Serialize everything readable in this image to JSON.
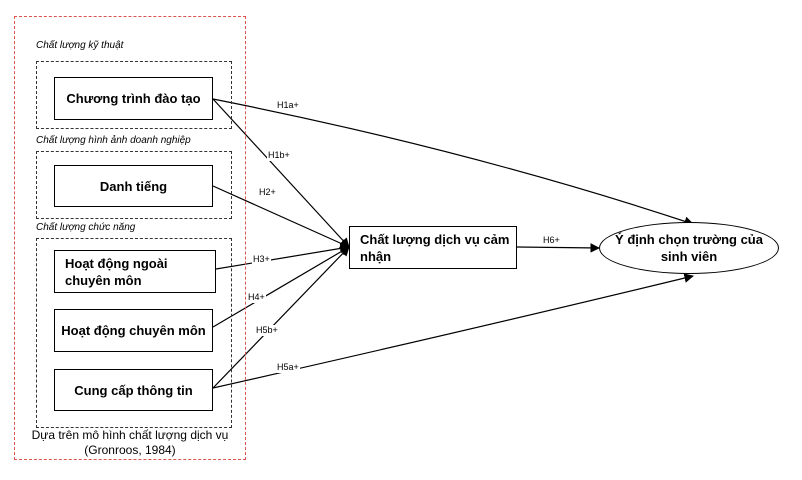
{
  "groups": {
    "technical": "Chất lượng kỹ thuật",
    "image": "Chất lượng hình ảnh doanh nghiệp",
    "functional": "Chất lượng chức năng"
  },
  "nodes": {
    "training": "Chương trình đào tạo",
    "reputation": "Danh tiếng",
    "extracurricular": "Hoạt động ngoài chuyên môn",
    "professional": "Hoạt động chuyên môn",
    "information": "Cung cấp thông tin",
    "perceived_quality": "Chất lượng dịch vụ cảm nhận",
    "intention": "Ý định chọn trường của sinh viên"
  },
  "edges": {
    "h1a": "H1a+",
    "h1b": "H1b+",
    "h2": "H2+",
    "h3": "H3+",
    "h4": "H4+",
    "h5b": "H5b+",
    "h5a": "H5a+",
    "h6": "H6+"
  },
  "caption": {
    "line1": "Dựa trên mô hình chất lượng dịch vụ",
    "line2": "(Gronroos, 1984)"
  }
}
